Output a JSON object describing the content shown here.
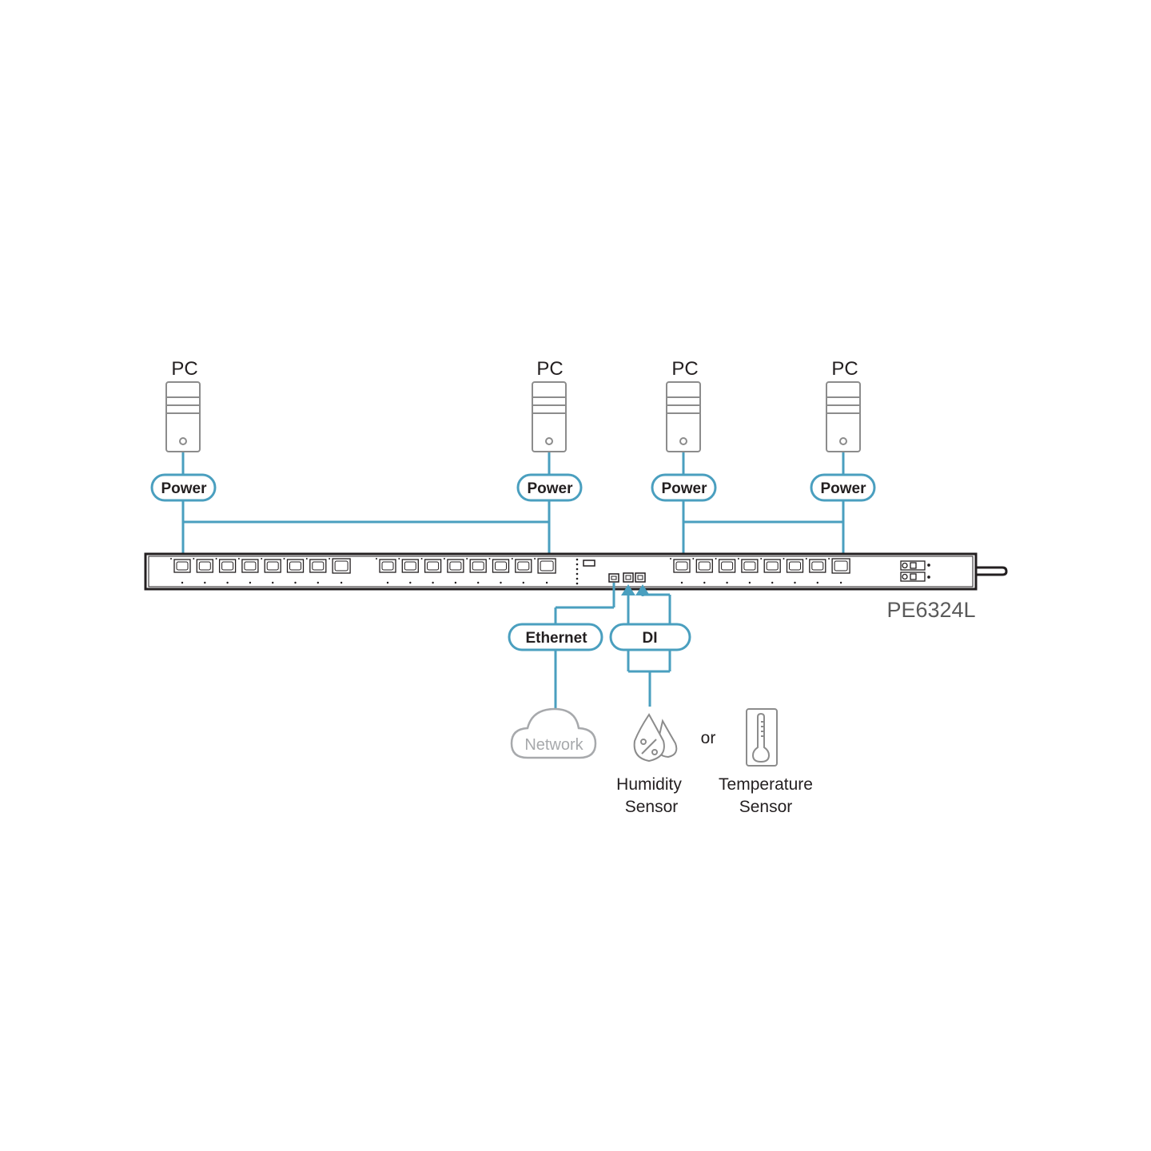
{
  "pcs": [
    {
      "label": "PC",
      "power_label": "Power"
    },
    {
      "label": "PC",
      "power_label": "Power"
    },
    {
      "label": "PC",
      "power_label": "Power"
    },
    {
      "label": "PC",
      "power_label": "Power"
    }
  ],
  "pdu": {
    "model": "PE6324L"
  },
  "ports": {
    "ethernet_label": "Ethernet",
    "di_label": "DI"
  },
  "network": {
    "label": "Network"
  },
  "sensors": {
    "humidity": {
      "line1": "Humidity",
      "line2": "Sensor"
    },
    "connector": "or",
    "temperature": {
      "line1": "Temperature",
      "line2": "Sensor"
    }
  },
  "colors": {
    "connection_line": "#4a9fbf",
    "device_outline": "#8c8c8c",
    "pdu_outline": "#231f20",
    "network_gray": "#a7a9ac"
  },
  "icons": [
    "pc-tower-icon",
    "outlet-icon",
    "cloud-icon",
    "humidity-drop-icon",
    "thermometer-icon",
    "arrow-up-icon"
  ]
}
